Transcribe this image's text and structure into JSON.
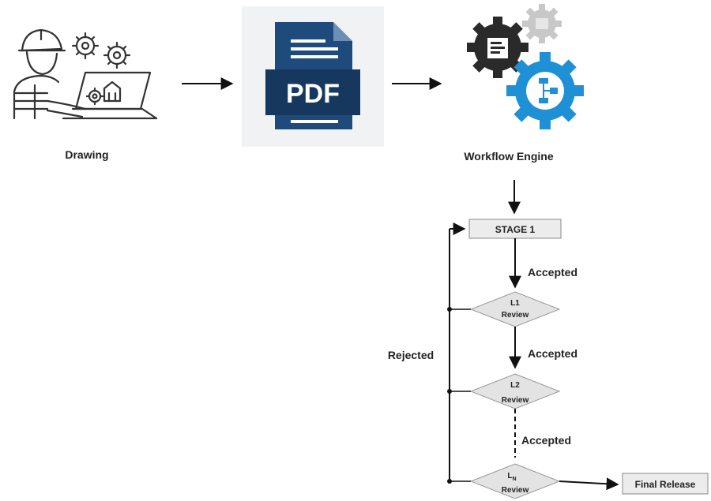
{
  "captions": {
    "drawing": "Drawing",
    "workflow_engine": "Workflow Engine"
  },
  "pdf_icon": {
    "text": "PDF",
    "color_dark": "#1f4a7c",
    "color_band": "#16385f"
  },
  "gears": {
    "dark": "#2a2a2a",
    "light": "#c8c8c8",
    "blue": "#1f8fd6"
  },
  "flow": {
    "stage1": "STAGE 1",
    "accepted_1": "Accepted",
    "accepted_2": "Accepted",
    "accepted_3": "Accepted",
    "rejected": "Rejected",
    "l1_title": "L1",
    "l1_sub": "Review",
    "l2_title": "L2",
    "l2_sub": "Review",
    "ln_title": "L",
    "ln_subscript": "N",
    "ln_sub": "Review",
    "final_release": "Final Release"
  }
}
